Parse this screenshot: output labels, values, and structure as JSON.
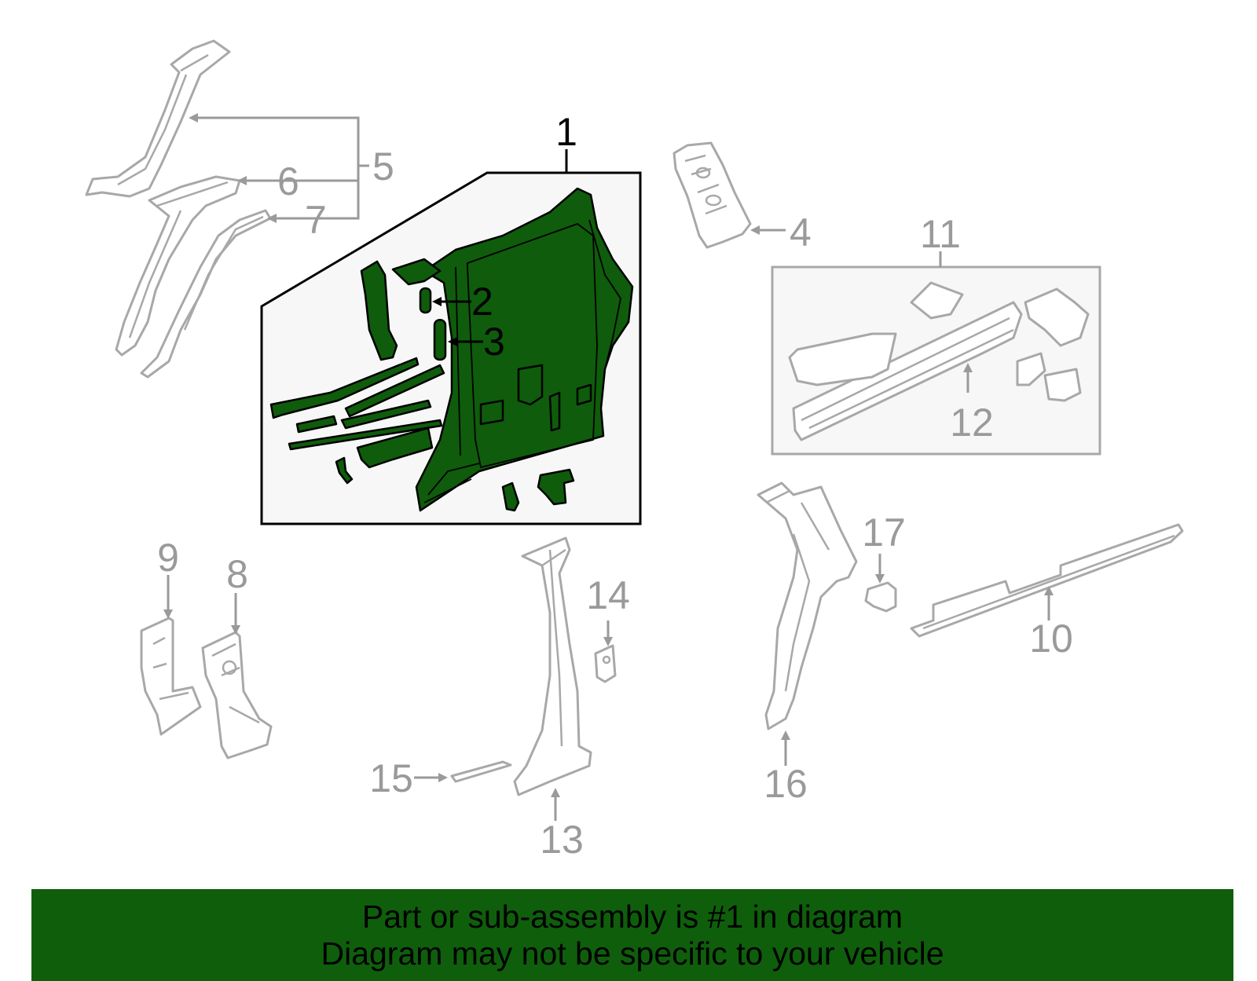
{
  "callouts": {
    "c1": "1",
    "c2": "2",
    "c3": "3",
    "c4": "4",
    "c5": "5",
    "c6": "6",
    "c7": "7",
    "c8": "8",
    "c9": "9",
    "c10": "10",
    "c11": "11",
    "c12": "12",
    "c13": "13",
    "c14": "14",
    "c15": "15",
    "c16": "16",
    "c17": "17"
  },
  "banner": {
    "line1": "Part or sub-assembly is #1 in diagram",
    "line2": "Diagram may not be specific to your vehicle"
  },
  "colors": {
    "highlight": "#0f5c0c",
    "banner_bg": "#0f5e0c",
    "part_outline": "#a8a8a8",
    "callout_text": "#9a9a9a",
    "group_box_bg": "#f7f7f7"
  }
}
